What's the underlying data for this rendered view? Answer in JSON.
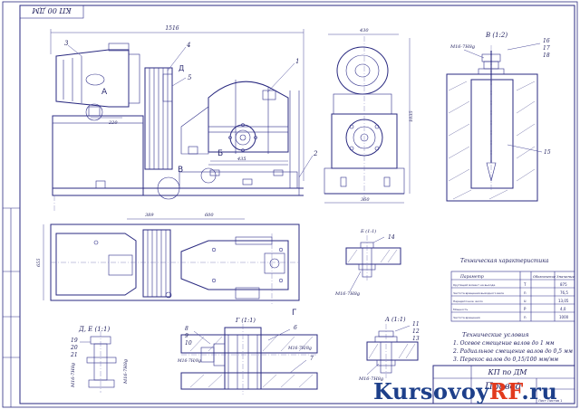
{
  "sheet": {
    "top_stamp": "КП 00 ДМ",
    "callouts": [
      "1",
      "2",
      "3",
      "4",
      "5",
      "6",
      "7",
      "8",
      "9",
      "10",
      "11",
      "12",
      "13",
      "14",
      "15",
      "16",
      "17",
      "18",
      "19",
      "20",
      "21"
    ],
    "view_labels": {
      "detail_a": "А",
      "detail_b": "Б",
      "detail_v": "В",
      "detail_g": "Г",
      "detail_d": "Д",
      "view_v_title": "В (1:2)",
      "view_a_title": "А (1:1)",
      "view_de_title": "Д, Е (1:1)",
      "view_g_title": "Г (1:1)",
      "view_b_title": "Б (1:1)"
    },
    "dimensions": {
      "main_len": "1516",
      "d_220": "220",
      "d_435": "435",
      "d_430": "430",
      "d_360": "360",
      "d_1035": "1035",
      "d_389": "389",
      "d_600": "600",
      "d_655": "655",
      "bolt_a": "М16-7Н8g",
      "bolt_b": "М16-7Н8g",
      "bolt_c": "М16-7Н8g",
      "bolt_d": "М16-7Н/8g",
      "bolt_e": "М16-7Н/8g",
      "bolt_f": "М16-7Н8g"
    },
    "tech_char": {
      "title": "Техническая характеристика",
      "headers": [
        "Параметр",
        "Обозначение",
        "Значение"
      ],
      "rows": [
        [
          "Крутящий момент на выходе",
          "Т",
          "875"
        ],
        [
          "Частота вращения выходного вала",
          "n",
          "76,5"
        ],
        [
          "Передаточное число",
          "u",
          "13,05"
        ],
        [
          "Мощность",
          "P",
          "4,0"
        ],
        [
          "Частота вращения",
          "n",
          "1000"
        ]
      ]
    },
    "tech_req": {
      "title": "Технические условия",
      "items": [
        "1. Осевое смещение валов до 1 мм",
        "2. Радиальное смещение валов до 0,5 мм",
        "3. Перекос валов до 0,15/100 мм/мм"
      ]
    },
    "title_block": {
      "code": "КП по ДМ",
      "name": "Привод",
      "sheet_info": "Лист  Листов 1"
    },
    "watermark": {
      "left": "Kursovoy",
      "mid": "RF",
      "right": ".ru"
    }
  }
}
